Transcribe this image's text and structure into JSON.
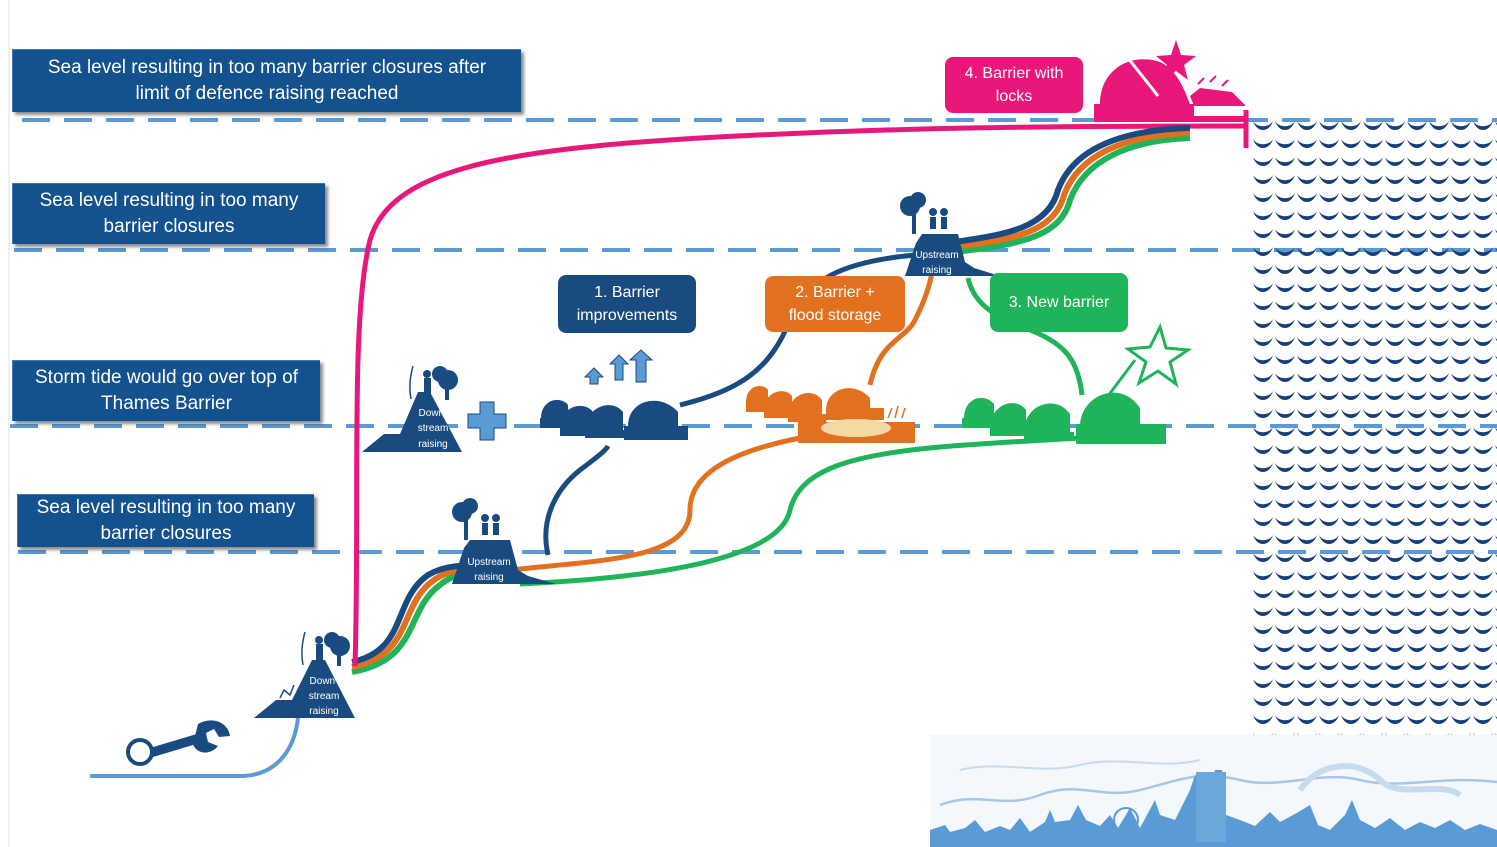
{
  "levels": [
    {
      "id": "level-limit",
      "text": "Sea level resulting in too many barrier closures after\nlimit of defence raising reached"
    },
    {
      "id": "level-closures-upper",
      "text": "Sea level resulting in too many\nbarrier closures"
    },
    {
      "id": "level-storm-tide",
      "text": "Storm tide would go over top of\nThames Barrier"
    },
    {
      "id": "level-closures-lower",
      "text": "Sea level resulting in too many\nbarrier closures"
    }
  ],
  "options": [
    {
      "id": "option-1",
      "text": "1. Barrier\nimprovements",
      "color": "#1a4b80"
    },
    {
      "id": "option-2",
      "text": "2. Barrier +\nflood storage",
      "color": "#e2701f"
    },
    {
      "id": "option-3",
      "text": "3. New barrier",
      "color": "#1fb35a"
    },
    {
      "id": "option-4",
      "text": "4. Barrier with\nlocks",
      "color": "#e8177a"
    }
  ],
  "icons": {
    "downstream_raising": [
      "Down-",
      "stream",
      "raising"
    ],
    "upstream_raising": [
      "Upstream",
      "raising"
    ]
  },
  "colors": {
    "navy": "#1a4b80",
    "box_blue": "#14518f",
    "dash_blue": "#5b9bd5",
    "pink": "#e8177a",
    "orange": "#e2701f",
    "green": "#1fb35a",
    "waves": "#153f7a",
    "skyline": "#5b9bd5",
    "start_path": "#5b9bd5"
  }
}
